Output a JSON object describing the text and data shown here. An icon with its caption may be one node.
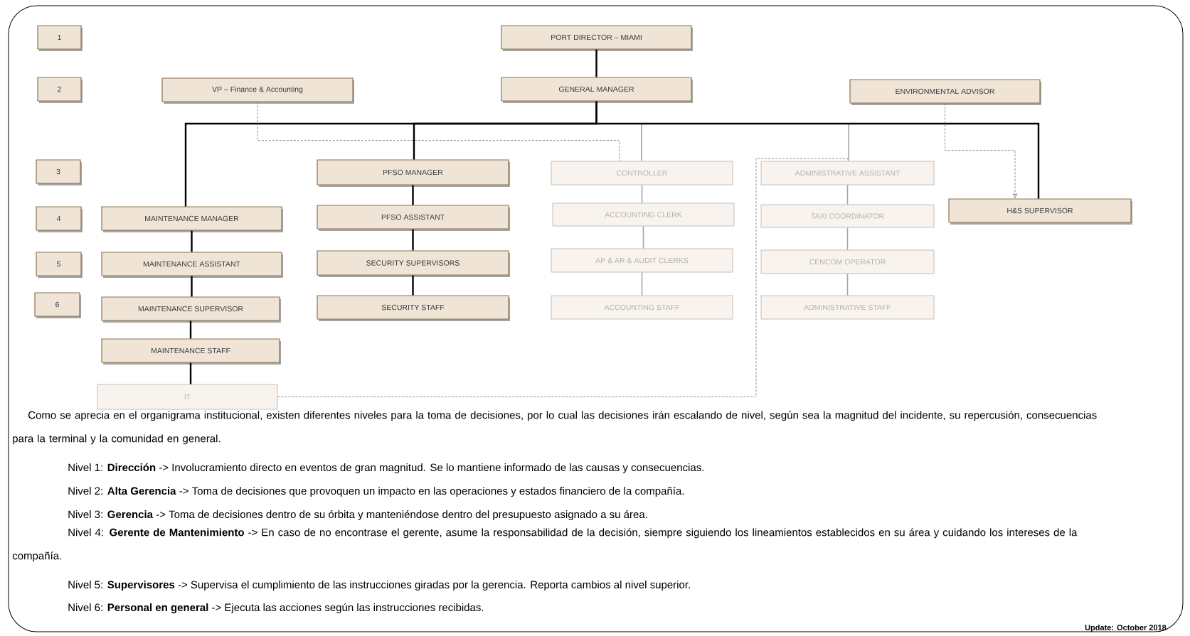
{
  "diagram": {
    "nodes": [
      {
        "text": [
          "1"
        ]
      },
      {
        "text": [
          "PORT DIRECTOR – MIAMI"
        ]
      },
      {
        "text": [
          "2"
        ]
      },
      {
        "text": [
          "VP – Finance & Accounting"
        ]
      },
      {
        "text": [
          "GENERAL MANAGER"
        ]
      },
      {
        "text": [
          "ENVIRONMENTAL ADVISOR"
        ]
      },
      {
        "text": [
          "3"
        ]
      },
      {
        "text": [
          "PFSO MANAGER"
        ]
      },
      {
        "text": [
          "CONTROLLER"
        ]
      },
      {
        "text": [
          "ADMINISTRATIVE ASSISTANT"
        ]
      },
      {
        "text": [
          "4"
        ]
      },
      {
        "text": [
          "MAINTENANCE MANAGER"
        ]
      },
      {
        "text": [
          "PFSO ASSISTANT"
        ]
      },
      {
        "text": [
          "ACCOUNTING CLERK"
        ]
      },
      {
        "text": [
          "TAXI COORDINATOR"
        ]
      },
      {
        "text": [
          "H&S SUPERVISOR"
        ]
      },
      {
        "text": [
          "5"
        ]
      },
      {
        "text": [
          "MAINTENANCE ASSISTANT"
        ]
      },
      {
        "text": [
          "SECURITY SUPERVISORS"
        ]
      },
      {
        "text": [
          "AP & AR & AUDIT CLERKS"
        ]
      },
      {
        "text": [
          "CENCOM OPERATOR"
        ]
      },
      {
        "text": [
          "6"
        ]
      },
      {
        "text": [
          "MAINTENANCE SUPERVISOR"
        ]
      },
      {
        "text": [
          "SECURITY STAFF"
        ]
      },
      {
        "text": [
          "ACCOUNTING STAFF"
        ]
      },
      {
        "text": [
          "ADMINISTRATIVE STAFF"
        ]
      },
      {
        "text": [
          "MAINTENANCE STAFF"
        ]
      },
      {
        "text": [
          "IT"
        ]
      }
    ],
    "edges": [
      {
        "from": 1,
        "to": 4,
        "arrow": "none"
      },
      {
        "from": 4,
        "to": 11,
        "arrow": "none"
      },
      {
        "from": 4,
        "to": 7,
        "arrow": "none"
      },
      {
        "from": 4,
        "to": 8,
        "arrow": "none",
        "color": "#a6a6a6"
      },
      {
        "from": 4,
        "to": 9,
        "arrow": "none",
        "color": "#a6a6a6"
      },
      {
        "from": 4,
        "to": 15,
        "arrow": "none"
      },
      {
        "from": 11,
        "to": 17,
        "arrow": "none"
      },
      {
        "from": 17,
        "to": 22,
        "arrow": "none"
      },
      {
        "from": 22,
        "to": 26,
        "arrow": "none"
      },
      {
        "from": 26,
        "to": 27,
        "arrow": "none"
      },
      {
        "from": 7,
        "to": 12,
        "arrow": "none"
      },
      {
        "from": 12,
        "to": 18,
        "arrow": "none"
      },
      {
        "from": 18,
        "to": 23,
        "arrow": "none"
      },
      {
        "from": 8,
        "to": 13,
        "arrow": "none",
        "color": "#a6a6a6"
      },
      {
        "from": 13,
        "to": 19,
        "arrow": "none",
        "color": "#a6a6a6"
      },
      {
        "from": 19,
        "to": 24,
        "arrow": "none",
        "color": "#a6a6a6"
      },
      {
        "from": 9,
        "to": 14,
        "arrow": "none",
        "color": "#a6a6a6"
      },
      {
        "from": 14,
        "to": 20,
        "arrow": "none",
        "color": "#a6a6a6"
      },
      {
        "from": 20,
        "to": 25,
        "arrow": "none",
        "color": "#a6a6a6"
      },
      {
        "from": 3,
        "to": 8,
        "arrow": "none",
        "style": "dashed",
        "color": "#808080"
      },
      {
        "from": 5,
        "to": 15,
        "arrow": "to",
        "style": "dashed",
        "color": "#808080"
      },
      {
        "from": 27,
        "to": 9,
        "arrow": "none",
        "style": "dashed",
        "color": "#808080"
      }
    ],
    "labels": [
      "Como se aprecia en el organigrama institucional, existen diferentes niveles para la toma de decisiones, por lo cual las decisiones irán escalando de nivel, según sea la magnitud del incidente, su repercusión, consecuencias para la terminal y la comunidad en general.",
      "Nivel 1: **Dirección** -> Involucramiento directo en eventos de gran magnitud. Se lo mantiene informado de las causas y consecuencias.",
      "Nivel 2: **Alta Gerencia** -> Toma de decisiones que provoquen un impacto en las operaciones y estados financiero de la compañía.",
      "Nivel 3: **Gerencia** -> Toma de decisiones dentro de su órbita y manteniéndose dentro del presupuesto asignado a su área.",
      "Nivel 4: **Gerente de Mantenimiento** -> En caso de no encontrase el gerente, asume la responsabilidad de la decisión, siempre siguiendo los lineamientos establecidos en su área y cuidando los intereses de la compañía.",
      "Nivel 5: **Supervisores** -> Supervisa el cumplimiento de las instrucciones giradas por la gerencia. Reporta cambios al nivel superior.",
      "Nivel 6: **Personal en general** -> Ejecuta las acciones según las instrucciones recibidas.",
      "Update: October 2018"
    ]
  }
}
